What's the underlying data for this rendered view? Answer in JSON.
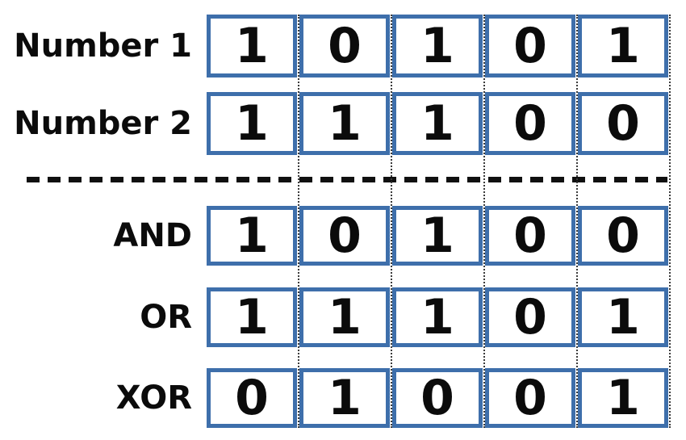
{
  "figure": {
    "description": "Bitwise operations on two 5-bit numbers",
    "bit_count": 5,
    "rows": [
      {
        "label": "Number 1",
        "group": "input",
        "bits": [
          "1",
          "0",
          "1",
          "0",
          "1"
        ]
      },
      {
        "label": "Number 2",
        "group": "input",
        "bits": [
          "1",
          "1",
          "1",
          "0",
          "0"
        ]
      },
      {
        "label": "AND",
        "group": "result",
        "bits": [
          "1",
          "0",
          "1",
          "0",
          "0"
        ]
      },
      {
        "label": "OR",
        "group": "result",
        "bits": [
          "1",
          "1",
          "1",
          "0",
          "1"
        ]
      },
      {
        "label": "XOR",
        "group": "result",
        "bits": [
          "0",
          "1",
          "0",
          "0",
          "1"
        ]
      }
    ],
    "colors": {
      "cell_border": "#3E6FAB",
      "text": "#0B0B0B",
      "separator": "#101010",
      "guide_line": "#3B3B3B",
      "background": "#FFFFFF"
    }
  }
}
